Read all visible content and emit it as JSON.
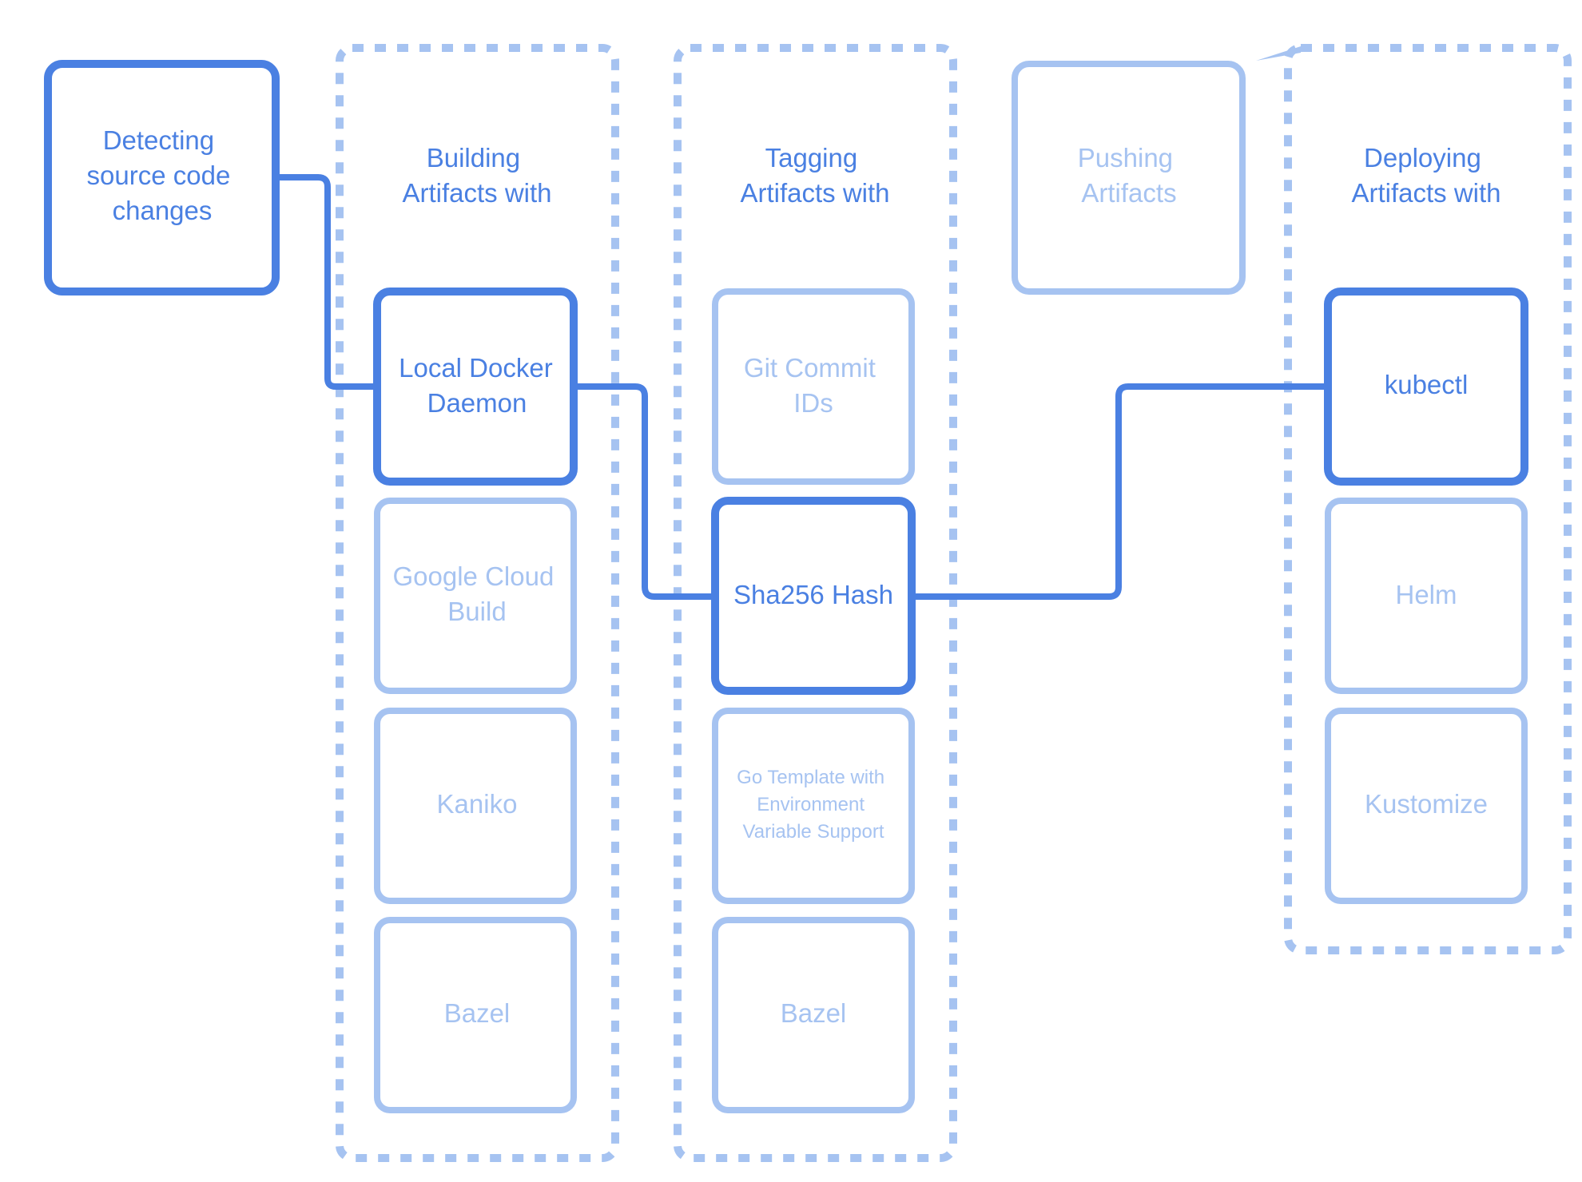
{
  "colors": {
    "active": "#4a80e2",
    "inactive": "#a6c3f1",
    "background": "#ffffff"
  },
  "nodes": {
    "detecting": {
      "lines": [
        "Detecting",
        "source code",
        "changes"
      ],
      "state": "active"
    },
    "pushing": {
      "lines": [
        "Pushing",
        "Artifacts"
      ],
      "state": "inactive"
    }
  },
  "groups": {
    "building": {
      "title": [
        "Building",
        "Artifacts with"
      ],
      "items": [
        {
          "lines": [
            "Local Docker",
            "Daemon"
          ],
          "state": "active"
        },
        {
          "lines": [
            "Google Cloud",
            "Build"
          ],
          "state": "inactive"
        },
        {
          "lines": [
            "Kaniko"
          ],
          "state": "inactive"
        },
        {
          "lines": [
            "Bazel"
          ],
          "state": "inactive"
        }
      ]
    },
    "tagging": {
      "title": [
        "Tagging",
        "Artifacts with"
      ],
      "items": [
        {
          "lines": [
            "Git Commit",
            "IDs"
          ],
          "state": "inactive"
        },
        {
          "lines": [
            "Sha256 Hash"
          ],
          "state": "active"
        },
        {
          "lines": [
            "Go Template with",
            "Environment",
            "Variable Support"
          ],
          "state": "inactive"
        },
        {
          "lines": [
            "Bazel"
          ],
          "state": "inactive"
        }
      ]
    },
    "deploying": {
      "title": [
        "Deploying",
        "Artifacts with"
      ],
      "items": [
        {
          "lines": [
            "kubectl"
          ],
          "state": "active"
        },
        {
          "lines": [
            "Helm"
          ],
          "state": "inactive"
        },
        {
          "lines": [
            "Kustomize"
          ],
          "state": "inactive"
        }
      ]
    }
  }
}
